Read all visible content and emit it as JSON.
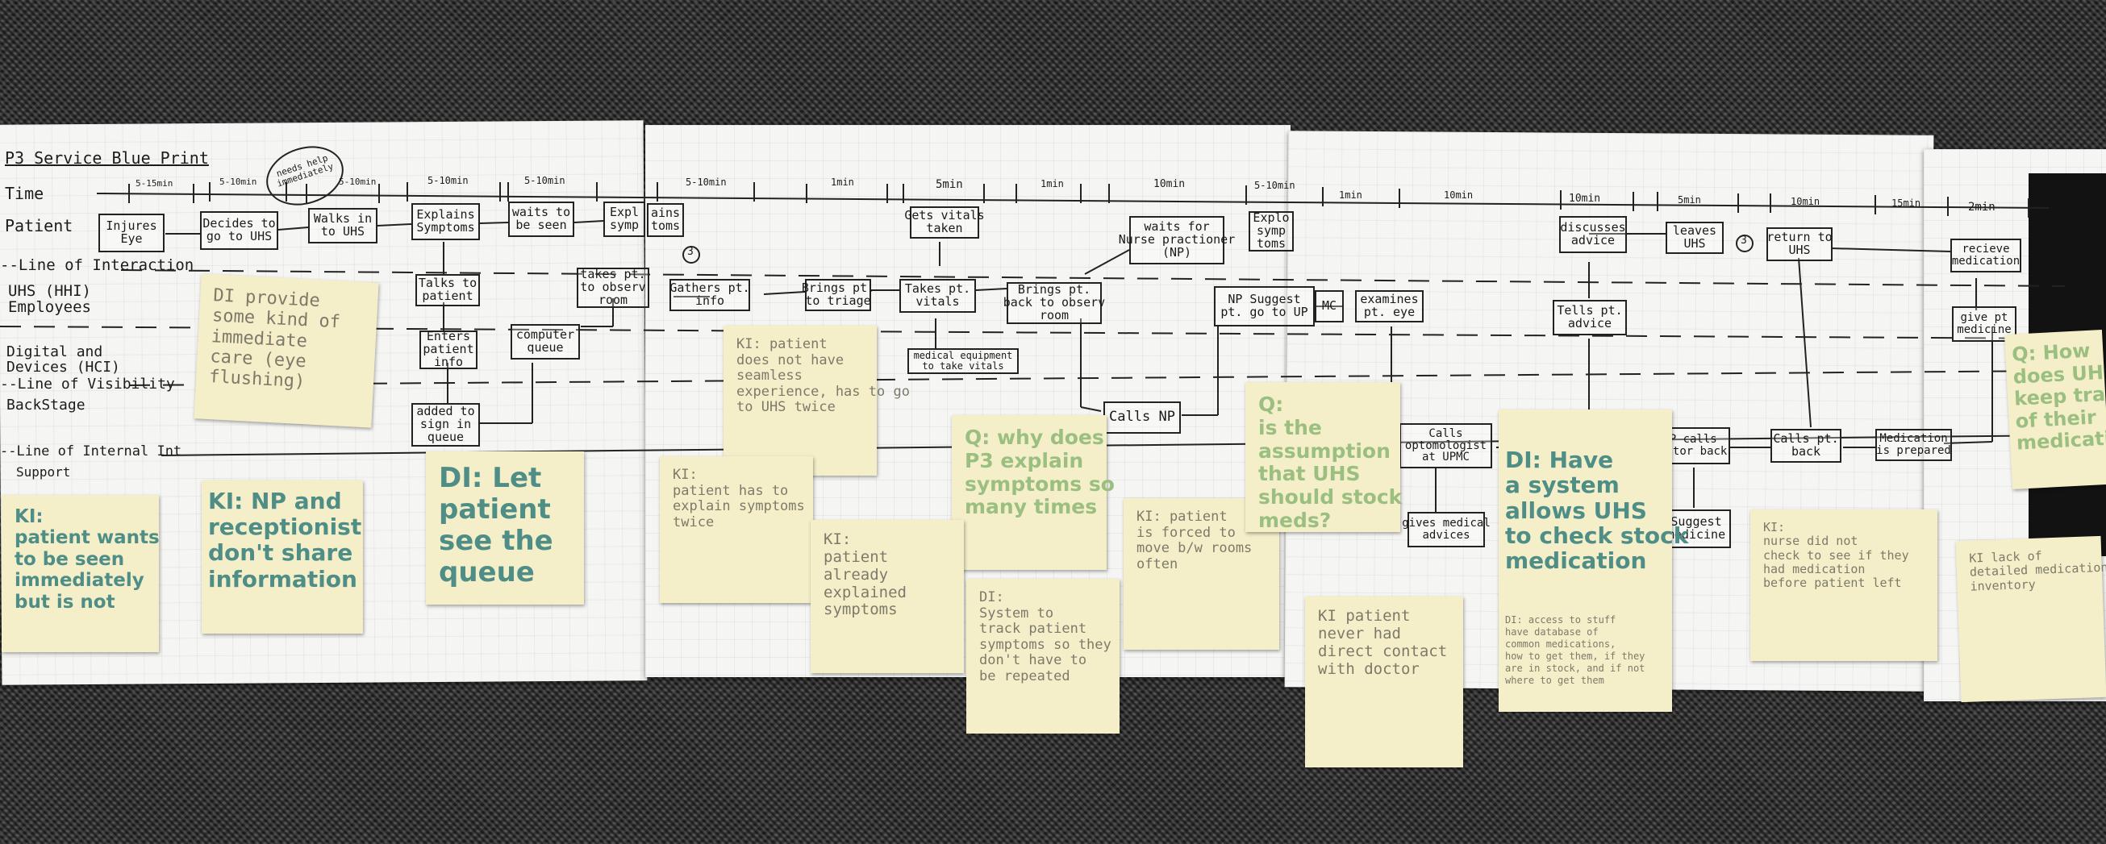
{
  "title": "P3 Service Blue Print",
  "lanes": {
    "time": "Time",
    "patient": "Patient",
    "line_interaction": "--Line of Interaction",
    "uhs": "UHS (HHI)\nEmployees",
    "digital": "Digital and\nDevices (HCI)",
    "line_visibility": "--Line of Visibility",
    "backstage": "BackStage",
    "line_internal": "--Line of Internal Int",
    "support": "Support"
  },
  "times": [
    "5-15min",
    "5-10min",
    "5-10min",
    "5-10min",
    "5-10min",
    "5-10min",
    "1min",
    "5min",
    "1min",
    "10min",
    "5-10min",
    "1min",
    "10min",
    "10min",
    "5min",
    "10min",
    "15min",
    "2min"
  ],
  "circle_note": "needs help\nimmediately",
  "boxes": {
    "injures_eye": "Injures\nEye",
    "decides": "Decides to\ngo to UHS",
    "walks_in": "Walks in\nto UHS",
    "explains": "Explains\nSymptoms",
    "waits_seen": "waits to\nbe seen",
    "explains2": "Expl\nsymp",
    "explains3": "ains\ntoms",
    "talks": "Talks to\npatient",
    "enters_info": "Enters\npatient\ninfo",
    "computer_queue": "computer\nqueue",
    "added_queue": "added to\nsign in\nqueue",
    "takes_observ": "takes pt.\nto observ\nroom",
    "gathers": "Gathers pt.\ninfo",
    "brings_triage": "Brings pt.\nto triage",
    "takes_vitals": "Takes pt.\nvitals",
    "gets_vitals": "Gets vitals\ntaken",
    "med_equipment": "medical equipment\nto take vitals",
    "brings_observ": "Brings pt.\nback to observ\nroom",
    "waits_np": "waits for\nNurse practioner\n(NP)",
    "explains4": "Explo\nsymp\ntoms",
    "calls_np": "Calls NP",
    "np_suggest": "NP Suggest\npt. go to UP",
    "mc": "MC",
    "examines": "examines\npt. eye",
    "calls_opt": "Calls\noptomologist\nat UPMC",
    "gives_advice": "gives medical\nadvices",
    "discusses": "discusses\nadvice",
    "leaves": "leaves\nUHS",
    "tells": "Tells pt.\nadvice",
    "np_calls_back": "NP calls\ndoctor back",
    "suggest_med": "Suggest\nmedicine",
    "return_uhs": "return to\nUHS",
    "calls_pt_back": "Calls pt.\nback",
    "med_prepared": "Medication\nis prepared",
    "recieve_med": "recieve\nmedication",
    "give_med": "give pt\nmedicine"
  },
  "stickies": {
    "s1": "DI provide\nsome kind of\nimmediate\ncare (eye\nflushing)",
    "s2": "KI:\npatient wants\nto be seen\nimmediately\nbut is not",
    "s3": "KI: NP and\nreceptionist\ndon't share\ninformation",
    "s4": "DI: Let\npatient\nsee the\nqueue",
    "s5": "KI: patient\ndoes not have\nseamless\nexperience, has to go\nto UHS twice",
    "s6": "KI:\npatient has to\nexplain symptoms\ntwice",
    "s7": "Q: why does\nP3 explain\nsymptoms so\nmany times",
    "s8": "KI:\npatient\nalready\nexplained\nsymptoms",
    "s9": "DI:\nSystem to\ntrack patient\nsymptoms so they\ndon't have to\nbe repeated",
    "s10": "KI: patient\nis forced to\nmove b/w rooms\noften",
    "s11": "Q:\nis the\nassumption\nthat UHS\nshould stock\nmeds?",
    "s12": "KI patient\nnever had\ndirect contact\nwith doctor",
    "s13": "DI: Have\na system\nallows UHS\nto check stock\nmedication",
    "s13b": "DI: access to stuff\nhave database of\ncommon medications,\nhow to get them, if they\nare in stock, and if not\nwhere to get them",
    "s14": "KI:\nnurse did not\ncheck to see if they\nhad medication\nbefore patient left",
    "s15": "KI lack of\ndetailed medication\ninventory",
    "s16": "Q: How\ndoes UHS\nkeep track\nof their\nmedications"
  },
  "colors": {
    "carpet": "#3b3b3b",
    "paper": "#f5f5f3",
    "sticky": "#f4efc9",
    "marker_teal": "#4f8e86",
    "marker_green": "#9bbf80",
    "ink": "#1c1c1c"
  }
}
